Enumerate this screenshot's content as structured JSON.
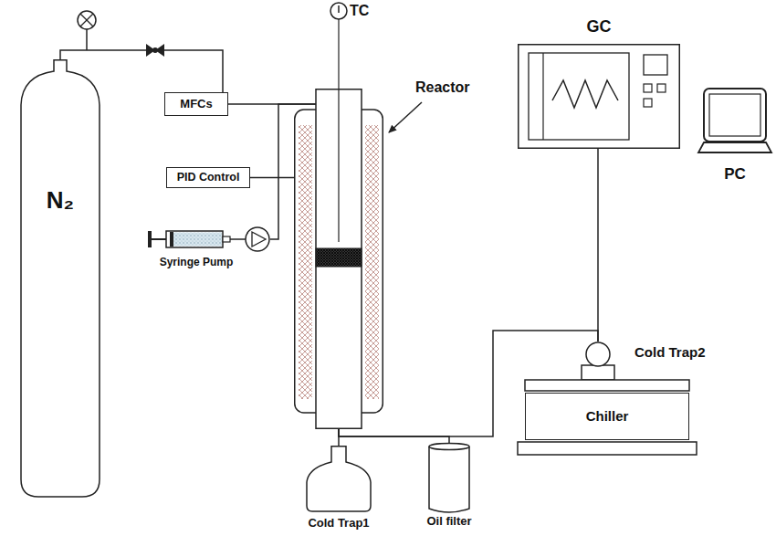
{
  "diagram": {
    "nodes": [
      {
        "text": [
          "N₂"
        ]
      },
      {
        "text": [
          "MFCs"
        ]
      },
      {
        "text": [
          "PID Control"
        ]
      },
      {
        "text": [
          "Syringe Pump"
        ]
      },
      {
        "text": [
          "Reactor"
        ]
      },
      {
        "text": [
          "GC"
        ]
      },
      {
        "text": [
          "PC"
        ]
      },
      {
        "text": [
          "Cold Trap2"
        ]
      },
      {
        "text": [
          "Chiller"
        ]
      },
      {
        "text": [
          "Cold Trap1"
        ]
      },
      {
        "text": [
          "Oil filter"
        ]
      }
    ],
    "edges": [
      {
        "from": 0,
        "to": 1,
        "arrow": "none"
      },
      {
        "from": 1,
        "to": 4,
        "arrow": "none"
      },
      {
        "from": 2,
        "to": 4,
        "arrow": "none"
      },
      {
        "from": 3,
        "to": 4,
        "arrow": "none"
      },
      {
        "from": 4,
        "to": 9,
        "arrow": "none"
      },
      {
        "from": 4,
        "to": 10,
        "arrow": "none"
      },
      {
        "from": 4,
        "to": 7,
        "arrow": "none"
      },
      {
        "from": 7,
        "to": 5,
        "arrow": "none"
      }
    ],
    "labels": [
      "TC"
    ]
  }
}
